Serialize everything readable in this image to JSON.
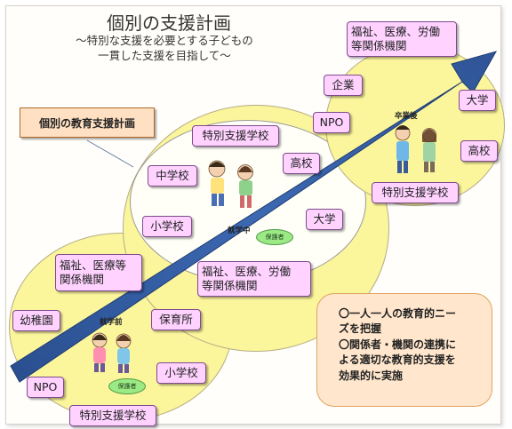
{
  "title": "個別の支援計画",
  "subtitle_lines": [
    "～特別な支援を必要とする子どもの",
    "一貫した支援を目指して～"
  ],
  "plan_label": "個別の教育支援計画",
  "stages": {
    "preschool": "就学前",
    "school": "就学中",
    "graduate": "卒業後"
  },
  "guardian_label": "保護者",
  "boxes": {
    "welfare_top": "福祉、医療、労働\n等関係機関",
    "company": "企業",
    "npo_top": "NPO",
    "university_right": "大学",
    "highschool_right": "高校",
    "special_school_right": "特別支援学校",
    "special_school_mid": "特別支援学校",
    "juniorhigh": "中学校",
    "highschool_mid": "高校",
    "elementary_mid": "小学校",
    "university_mid": "大学",
    "welfare_mid": "福祉、医療、労働\n等関係機関",
    "welfare_left": "福祉、医療等\n関係機関",
    "kindergarten": "幼稚園",
    "nursery": "保育所",
    "elementary_bottom": "小学校",
    "npo_bottom": "NPO",
    "special_school_bottom": "特別支援学校"
  },
  "note_lines": [
    "〇一人一人の教育的ニー\nズを把握",
    "〇関係者・機関の連携に\nよる適切な教育的支援を\n効果的に実施"
  ],
  "colors": {
    "arrow": "#2f5597",
    "box_fill": "#ffd2ff",
    "ellipse_yellow": "#fbf59c"
  }
}
